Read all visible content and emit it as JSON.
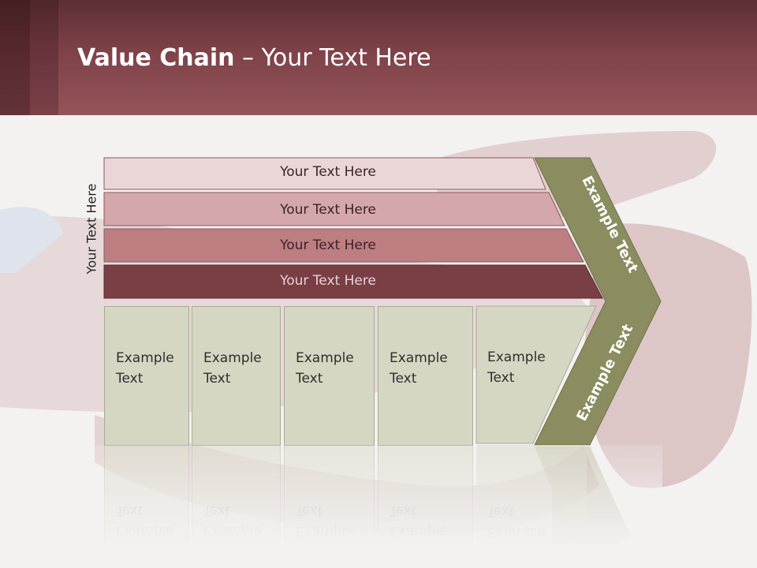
{
  "slide": {
    "title_bold": "Value Chain",
    "title_rest": " – Your Text Here"
  },
  "side_label": "Your Text Here",
  "support_rows": [
    {
      "label": "Your Text Here",
      "color": "#ead6d7"
    },
    {
      "label": "Your Text Here",
      "color": "#d4a7aa"
    },
    {
      "label": "Your Text Here",
      "color": "#bd7e82"
    },
    {
      "label": "Your Text Here",
      "color": "#7a3e45"
    }
  ],
  "primary_columns": [
    {
      "label": "Example\nText"
    },
    {
      "label": "Example\nText"
    },
    {
      "label": "Example\nText"
    },
    {
      "label": "Example\nText"
    },
    {
      "label": "Example\nText"
    }
  ],
  "arrow": {
    "upper_label": "Example Text",
    "lower_label": "Example Text",
    "color": "#8b8c5f"
  },
  "colors": {
    "header": "#8a4b51",
    "column_fill": "#d6d7c2",
    "column_border": "#a9aa96"
  }
}
